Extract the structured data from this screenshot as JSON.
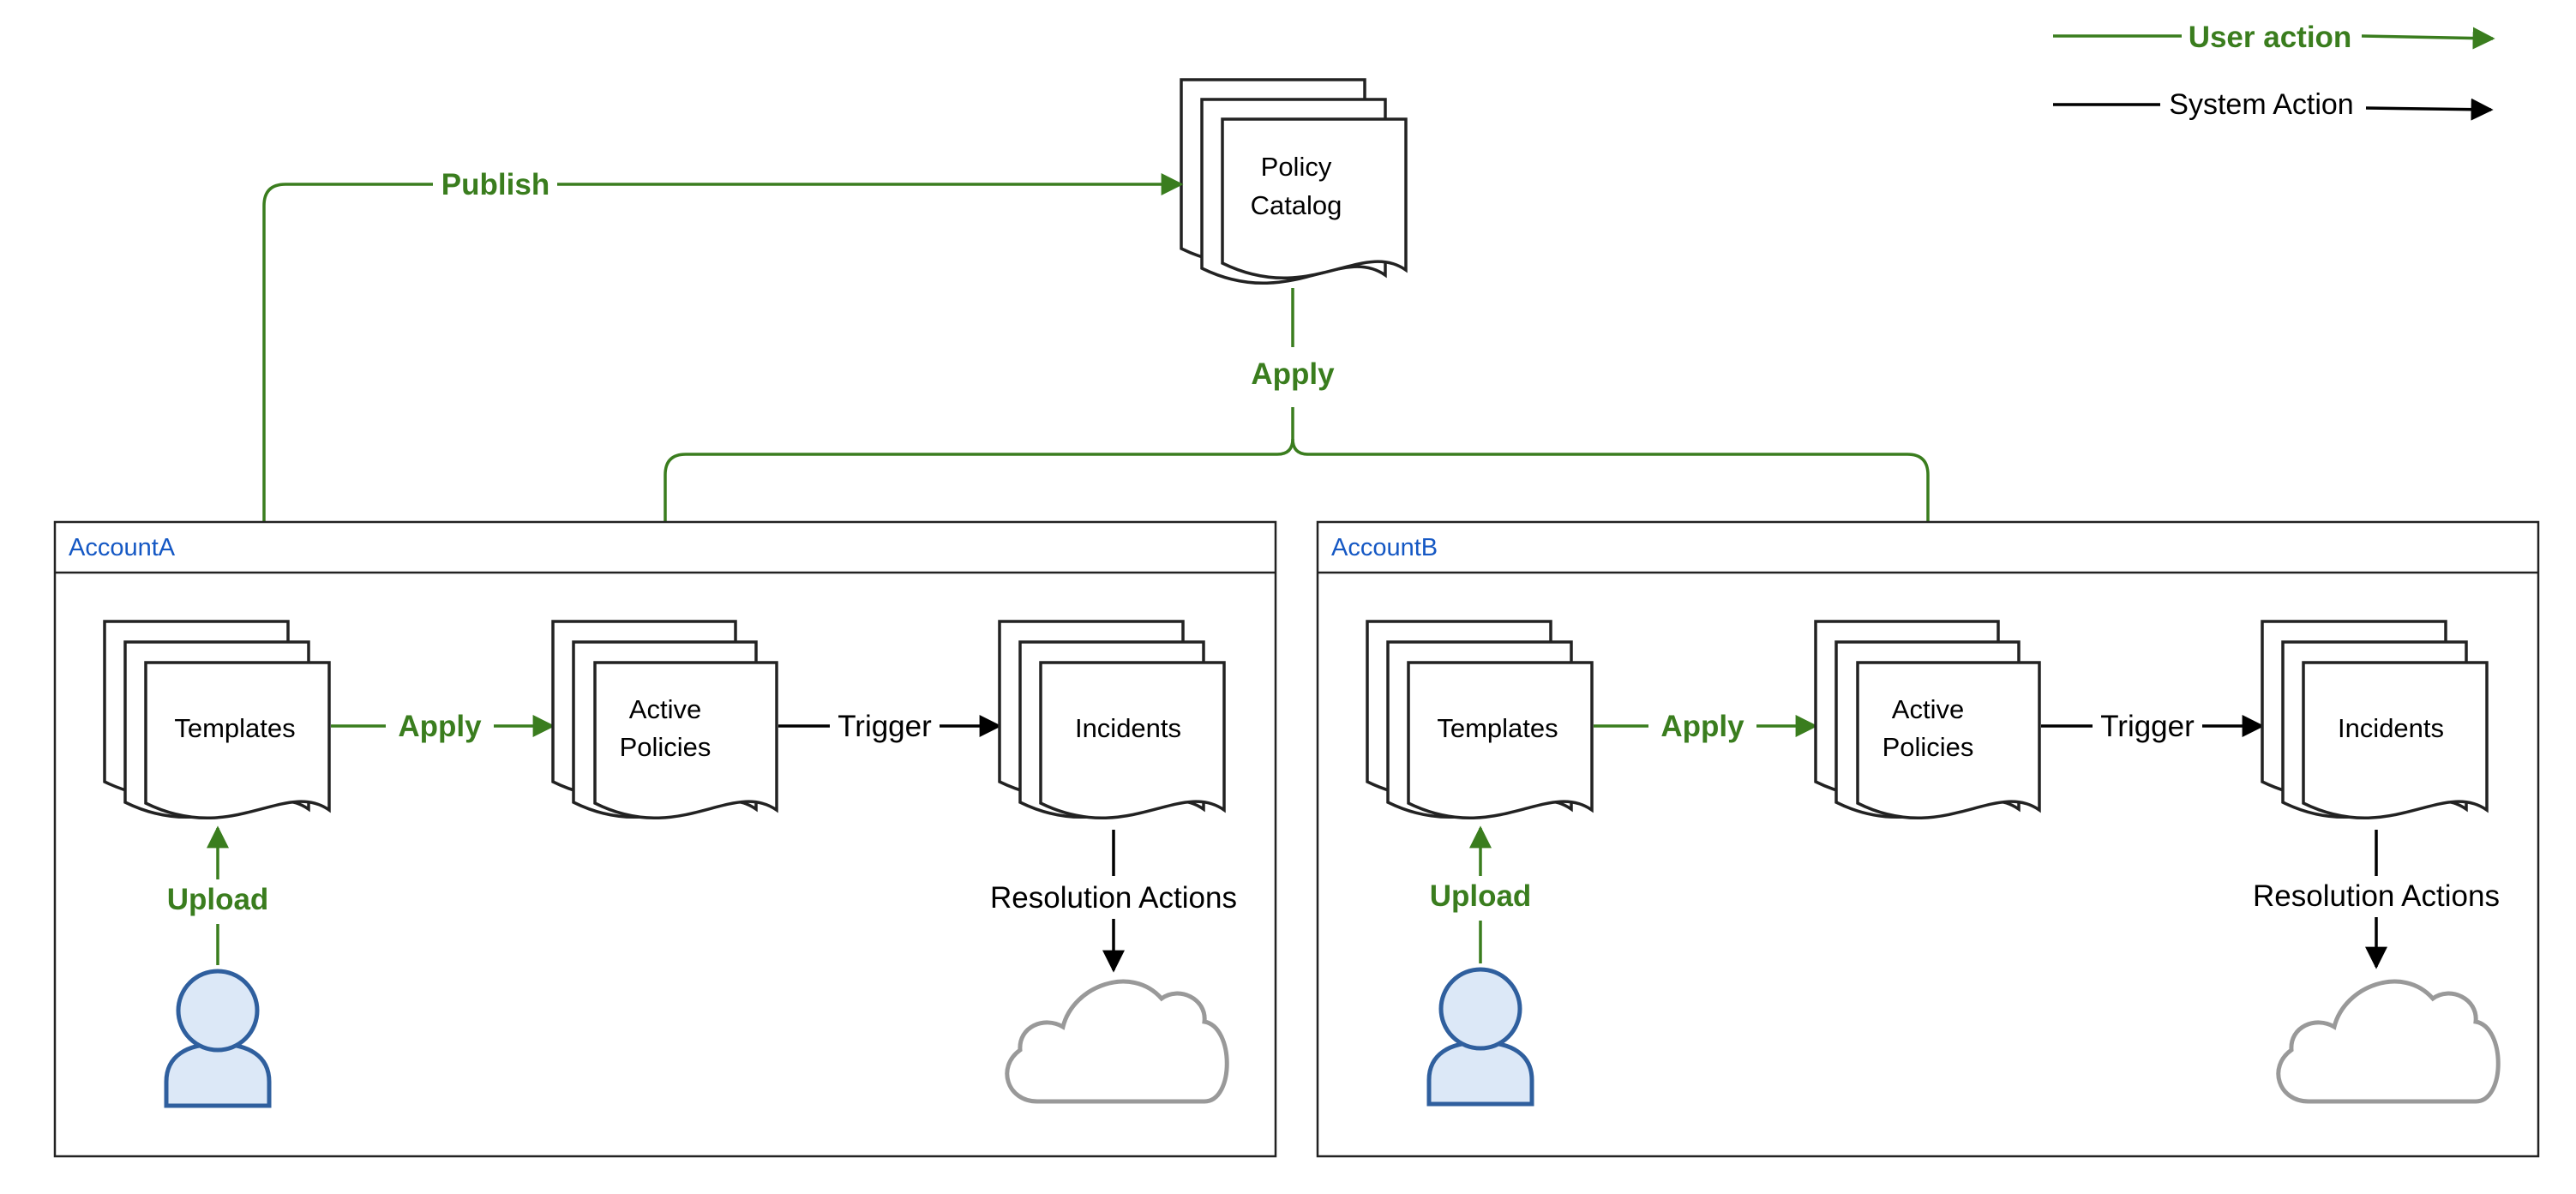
{
  "legend": {
    "user_action": "User action",
    "system_action": "System Action"
  },
  "catalog": {
    "line1": "Policy",
    "line2": "Catalog"
  },
  "edges": {
    "publish": "Publish",
    "catalog_apply": "Apply"
  },
  "accounts": [
    {
      "name": "AccountA",
      "templates": "Templates",
      "apply": "Apply",
      "active_line1": "Active",
      "active_line2": "Policies",
      "trigger": "Trigger",
      "incidents": "Incidents",
      "upload": "Upload",
      "resolution": "Resolution Actions"
    },
    {
      "name": "AccountB",
      "templates": "Templates",
      "apply": "Apply",
      "active_line1": "Active",
      "active_line2": "Policies",
      "trigger": "Trigger",
      "incidents": "Incidents",
      "upload": "Upload",
      "resolution": "Resolution Actions"
    }
  ],
  "colors": {
    "user_action": "#3a7d1e",
    "system_action": "#000000",
    "account_label": "#1558c4",
    "user_icon": "#2f5f9e",
    "cloud": "#999999"
  },
  "icons": [
    "document-stack-icon",
    "user-icon",
    "cloud-icon"
  ]
}
